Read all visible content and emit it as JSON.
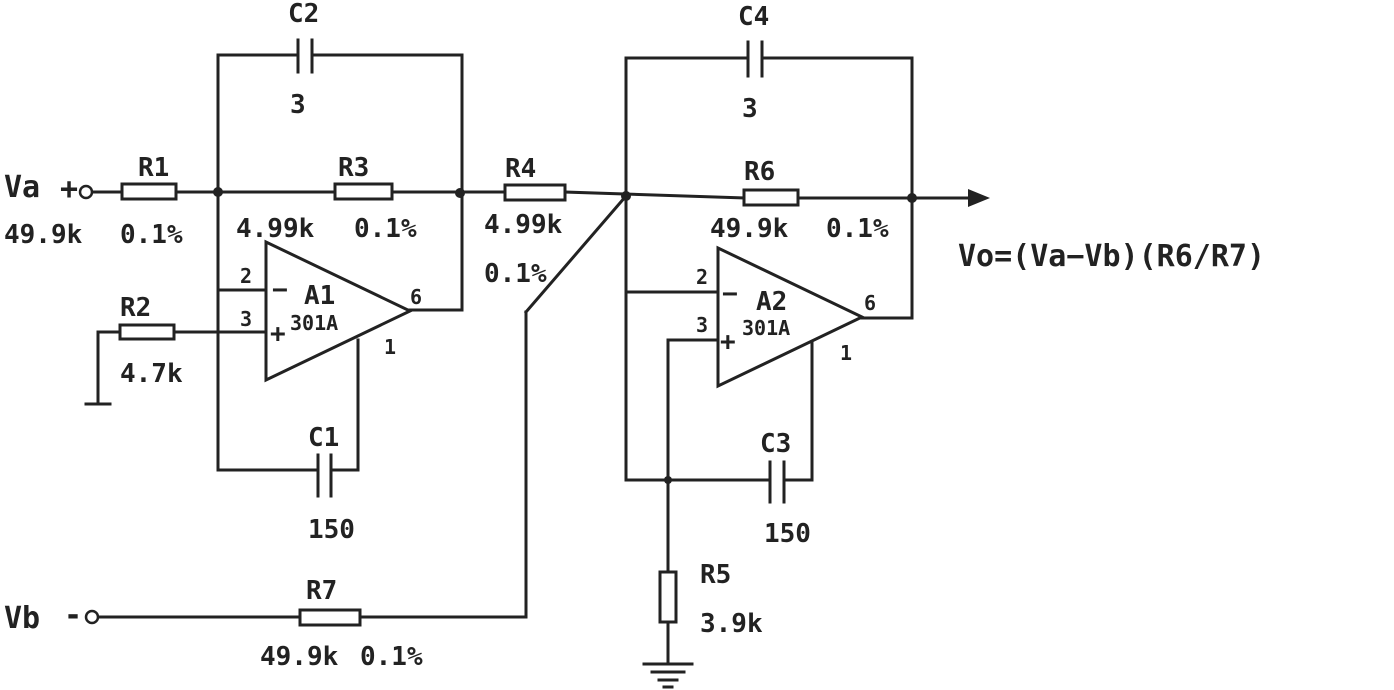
{
  "inputs": {
    "va": {
      "name": "Va",
      "sign": "+",
      "r1_value": "49.9k"
    },
    "vb": {
      "name": "Vb",
      "sign": "-"
    }
  },
  "components": {
    "r1": {
      "name": "R1",
      "tolerance": "0.1%"
    },
    "r2": {
      "name": "R2",
      "value": "4.7k"
    },
    "r3": {
      "name": "R3",
      "value": "4.99k",
      "tolerance": "0.1%"
    },
    "r4": {
      "name": "R4",
      "value": "4.99k",
      "tolerance": "0.1%"
    },
    "r5": {
      "name": "R5",
      "value": "3.9k"
    },
    "r6": {
      "name": "R6",
      "value": "49.9k",
      "tolerance": "0.1%"
    },
    "r7": {
      "name": "R7",
      "value": "49.9k",
      "tolerance": "0.1%"
    },
    "c1": {
      "name": "C1",
      "value": "150"
    },
    "c2": {
      "name": "C2",
      "value": "3"
    },
    "c3": {
      "name": "C3",
      "value": "150"
    },
    "c4": {
      "name": "C4",
      "value": "3"
    }
  },
  "opamps": {
    "a1": {
      "name": "A1",
      "part": "301A",
      "pin_inv": "2",
      "pin_noninv": "3",
      "pin_out": "6",
      "pin_comp": "1",
      "minus": "−",
      "plus": "+"
    },
    "a2": {
      "name": "A2",
      "part": "301A",
      "pin_inv": "2",
      "pin_noninv": "3",
      "pin_out": "6",
      "pin_comp": "1",
      "minus": "−",
      "plus": "+"
    }
  },
  "output": {
    "formula": "Vo=(Va−Vb)(R6/R7)"
  }
}
